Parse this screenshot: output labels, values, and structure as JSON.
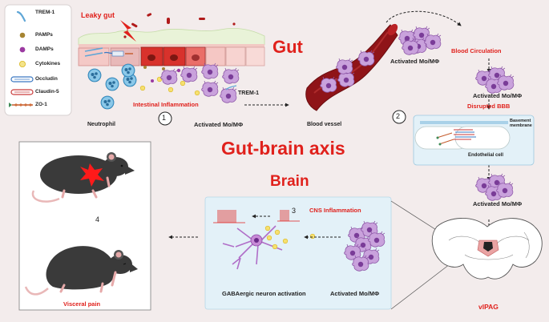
{
  "legend": {
    "items": [
      {
        "label": "TREM-1",
        "icon": "trem1-icon"
      },
      {
        "label": "PAMPs",
        "icon": "pamps-icon"
      },
      {
        "label": "DAMPs",
        "icon": "damps-icon"
      },
      {
        "label": "Cytokines",
        "icon": "cytokines-icon"
      },
      {
        "label": "Occludin",
        "icon": "occludin-icon"
      },
      {
        "label": "Claudin-5",
        "icon": "claudin5-icon"
      },
      {
        "label": "ZO-1",
        "icon": "zo1-icon"
      }
    ]
  },
  "gut": {
    "leaky_gut": "Leaky gut",
    "title": "Gut",
    "trem1": "TREM-1",
    "intestinal_inflammation": "Intestinal Inflammation",
    "neutrophil": "Neutrophil",
    "activated_mo_1": "Activated Mo/MΦ",
    "step": "1"
  },
  "vessel": {
    "label": "Blood vessel",
    "activated_mo": "Activated Mo/MΦ",
    "blood_circulation": "Blood Circulation"
  },
  "bbb": {
    "title": "Disrupted BBB",
    "basement_membrane": "Basement membrane",
    "endothelial_cell": "Endothelial cell",
    "step": "2",
    "activated_mo": "Activated Mo/MΦ"
  },
  "center": {
    "title": "Gut-brain axis",
    "brain": "Brain"
  },
  "brain_panel": {
    "cns_inflammation": "CNS Inflammation",
    "gaba": "GABAergic neuron activation",
    "activated_mo": "Activated Mo/MΦ",
    "step": "3"
  },
  "vlpag": {
    "label": "vlPAG"
  },
  "mouse_panel": {
    "visceral_pain": "Visceral pain",
    "step": "4"
  },
  "colors": {
    "accent_red": "#e0211c",
    "vessel_red": "#8f1418",
    "macrophage_purple": "#b07fc8",
    "panel_blue": "#e3f1f8",
    "neutrophil_blue": "#58aedb",
    "cytokine_yellow": "#f3da45"
  }
}
